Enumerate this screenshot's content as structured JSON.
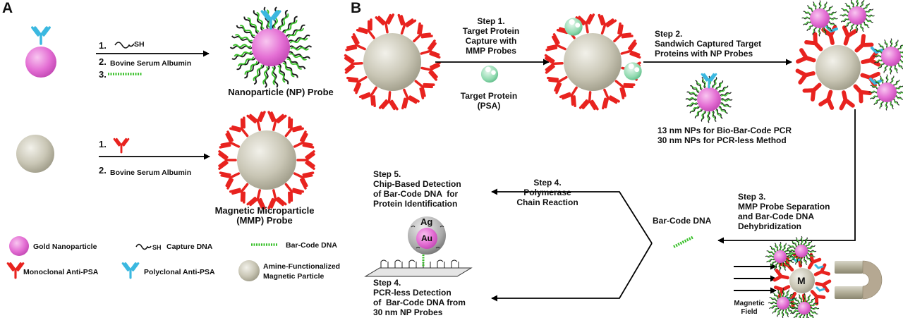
{
  "panels": {
    "a": "A",
    "b": "B"
  },
  "panel_a": {
    "np_step1_num": "1.",
    "np_step1_sh": "SH",
    "np_step2": "2.",
    "np_step2_text": "Bovine Serum Albumin",
    "np_step3": "3.",
    "np_probe_label": "Nanoparticle (NP) Probe",
    "mmp_step1_num": "1.",
    "mmp_step2": "2.",
    "mmp_step2_text": "Bovine Serum Albumin",
    "mmp_probe_label": "Magnetic Microparticle\n(MMP) Probe"
  },
  "legend": {
    "gold": "Gold Nanoparticle",
    "sh": "SH",
    "capture": "Capture DNA",
    "barcode": "Bar-Code DNA",
    "mono": "Monoclonal Anti-PSA",
    "poly": "Polyclonal Anti-PSA",
    "amine": "Amine-Functionalized\nMagnetic Particle"
  },
  "panel_b": {
    "step1": "Step 1.\nTarget Protein\nCapture with\nMMP Probes",
    "target_protein": "Target Protein\n(PSA)",
    "step2": "Step 2.\nSandwich Captured Target\nProteins with NP Probes",
    "np_sizes": "13 nm NPs for Bio-Bar-Code PCR\n30 nm NPs for PCR-less Method",
    "step3": "Step 3.\nMMP Probe Separation\nand Bar-Code DNA\nDehybridization",
    "barcode_dna": "Bar-Code DNA",
    "step4_pcr": "Step 4.\nPolymerase\nChain Reaction",
    "step5": "Step 5.\nChip-Based Detection\nof Bar-Code DNA  for\nProtein Identification",
    "step4_pcrless": "Step 4.\nPCR-less Detection\nof  Bar-Code DNA from\n30 nm NP Probes",
    "ag": "Ag",
    "au": "Au",
    "m": "M",
    "magnetic_field": "Magnetic\nField"
  },
  "colors": {
    "gold_np": "#e46fd4",
    "magnetic": "#c9c6b5",
    "mono_antibody": "#e8231f",
    "poly_antibody": "#3bb8e0",
    "barcode": "#39c02a",
    "capture_dna": "#1a1a1a",
    "protein": "#7fd3a4"
  }
}
